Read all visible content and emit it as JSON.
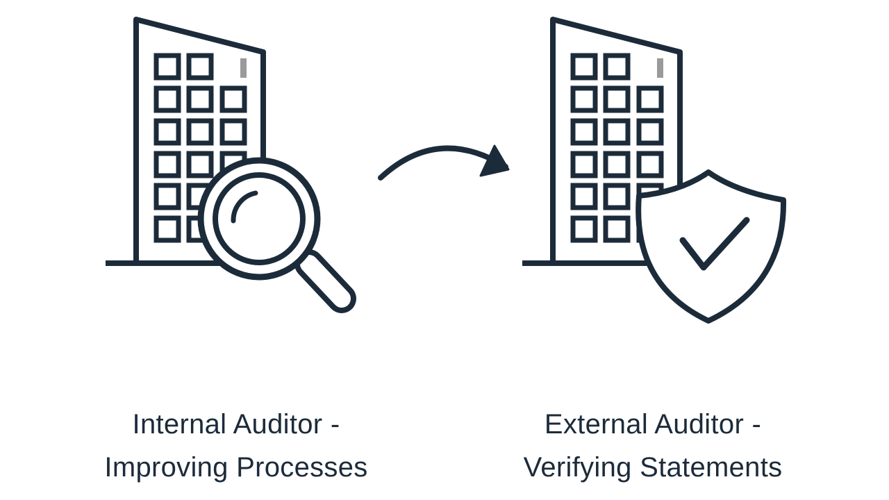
{
  "colors": {
    "ink": "#1c2b3a",
    "accent_gray": "#9a9a9a",
    "background": "#ffffff"
  },
  "left": {
    "icons": [
      "office-building-icon",
      "magnifying-glass-icon"
    ],
    "caption_line1": "Internal Auditor -",
    "caption_line2": "Improving Processes"
  },
  "connector": {
    "icon": "curved-arrow-right-icon"
  },
  "right": {
    "icons": [
      "office-building-icon",
      "shield-check-icon"
    ],
    "caption_line1": "External Auditor -",
    "caption_line2": "Verifying Statements"
  }
}
